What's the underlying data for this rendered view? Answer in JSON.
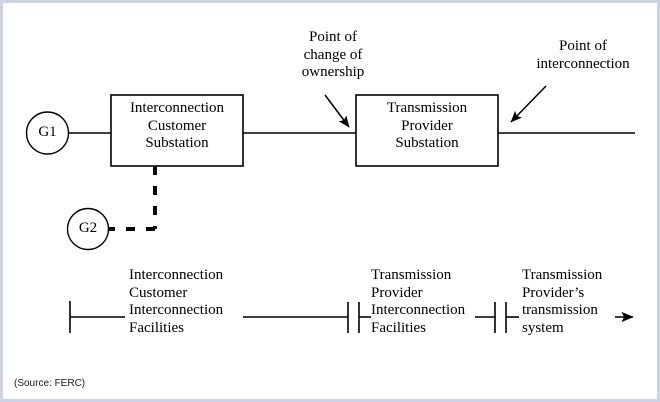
{
  "figure": {
    "source_note": "(Source: FERC)",
    "line_color": "#000000",
    "border_color": "#ccd4e4",
    "background": "#ffffff"
  },
  "nodes": [
    {
      "id": "g1",
      "label": "G1",
      "shape": "circle"
    },
    {
      "id": "g2",
      "label": "G2",
      "shape": "circle"
    }
  ],
  "boxes": [
    {
      "id": "customer-substation",
      "label": "Interconnection\nCustomer\nSubstation"
    },
    {
      "id": "provider-substation",
      "label": "Transmission\nProvider\nSubstation"
    }
  ],
  "callouts": [
    {
      "id": "point-of-change-of-ownership",
      "label": "Point of\nchange of\nownership"
    },
    {
      "id": "point-of-interconnection",
      "label": "Point of\ninterconnection"
    }
  ],
  "spans": [
    {
      "id": "customer-interconnection-facilities",
      "label": "Interconnection\nCustomer\nInterconnection\nFacilities"
    },
    {
      "id": "provider-interconnection-facilities",
      "label": "Transmission\nProvider\nInterconnection\nFacilities"
    },
    {
      "id": "provider-transmission-system",
      "label": "Transmission\nProvider’s\ntransmission\nsystem"
    }
  ]
}
